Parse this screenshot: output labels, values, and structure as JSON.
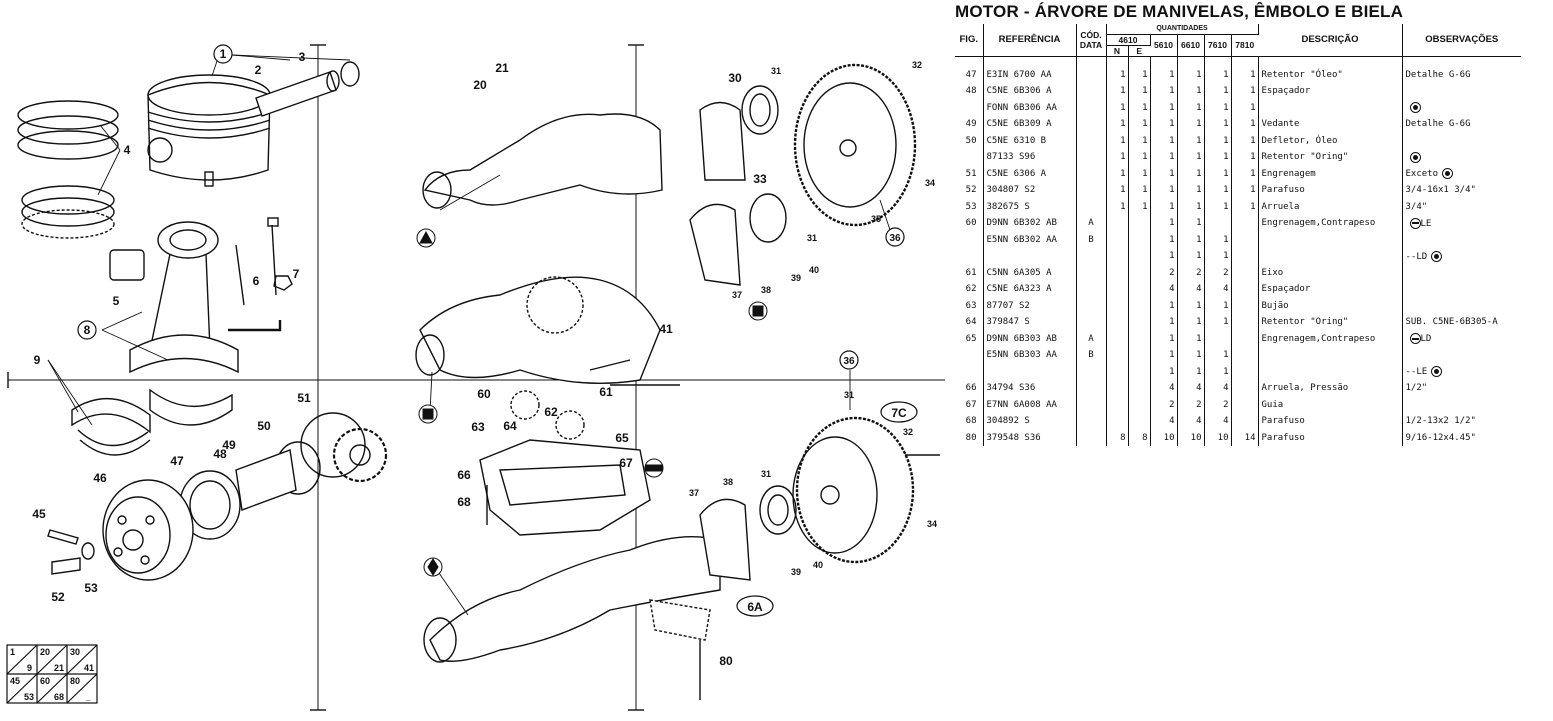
{
  "header": {
    "title": "MOTOR - ÁRVORE DE MANIVELAS, ÊMBOLO E BIELA"
  },
  "table": {
    "headers": {
      "fig": "FIG.",
      "ref": "REFERÊNCIA",
      "cod": "CÓD. DATA",
      "qty": "QUANTIDADES",
      "m4610": "4610",
      "n": "N",
      "e": "E",
      "m5610": "5610",
      "m6610": "6610",
      "m7610": "7610",
      "m7810": "7810",
      "desc": "DESCRIÇÃO",
      "obs": "OBSERVAÇÕES"
    },
    "rows": [
      {
        "fig": "47",
        "ref": "E3IN 6700 AA",
        "cod": "",
        "n": "1",
        "e": "1",
        "q5610": "1",
        "q6610": "1",
        "q7610": "1",
        "q7810": "1",
        "desc": "Retentor \"Óleo\"",
        "obs": "Detalhe  G-6G"
      },
      {
        "fig": "48",
        "ref": "C5NE 6B306 A",
        "cod": "",
        "n": "1",
        "e": "1",
        "q5610": "1",
        "q6610": "1",
        "q7610": "1",
        "q7810": "1",
        "desc": "Espaçador",
        "obs": ""
      },
      {
        "fig": "",
        "ref": "FONN 6B306 AA",
        "cod": "",
        "n": "1",
        "e": "1",
        "q5610": "1",
        "q6610": "1",
        "q7610": "1",
        "q7810": "1",
        "desc": "",
        "obs": "",
        "sym": "dot"
      },
      {
        "fig": "49",
        "ref": "C5NE 6B309 A",
        "cod": "",
        "n": "1",
        "e": "1",
        "q5610": "1",
        "q6610": "1",
        "q7610": "1",
        "q7810": "1",
        "desc": "Vedante",
        "obs": "Detalhe  G-6G"
      },
      {
        "fig": "50",
        "ref": "C5NE 6310 B",
        "cod": "",
        "n": "1",
        "e": "1",
        "q5610": "1",
        "q6610": "1",
        "q7610": "1",
        "q7810": "1",
        "desc": "Defletor, Óleo",
        "obs": ""
      },
      {
        "fig": "",
        "ref": "87133 S96",
        "cod": "",
        "n": "1",
        "e": "1",
        "q5610": "1",
        "q6610": "1",
        "q7610": "1",
        "q7810": "1",
        "desc": "Retentor \"Oring\"",
        "obs": "",
        "sym": "dot"
      },
      {
        "fig": "51",
        "ref": "C5NE 6306 A",
        "cod": "",
        "n": "1",
        "e": "1",
        "q5610": "1",
        "q6610": "1",
        "q7610": "1",
        "q7810": "1",
        "desc": "Engrenagem",
        "obs": "Exceto",
        "sym": "dot"
      },
      {
        "fig": "52",
        "ref": "304807 S2",
        "cod": "",
        "n": "1",
        "e": "1",
        "q5610": "1",
        "q6610": "1",
        "q7610": "1",
        "q7810": "1",
        "desc": "Parafuso",
        "obs": "3/4-16x1 3/4\""
      },
      {
        "fig": "53",
        "ref": "382675 S",
        "cod": "",
        "n": "1",
        "e": "1",
        "q5610": "1",
        "q6610": "1",
        "q7610": "1",
        "q7810": "1",
        "desc": "Arruela",
        "obs": "3/4\""
      },
      {
        "fig": "60",
        "ref": "D9NN 6B302 AB",
        "cod": "A",
        "n": "",
        "e": "",
        "q5610": "1",
        "q6610": "1",
        "q7610": "",
        "q7810": "",
        "desc": "Engrenagem,Contrapeso",
        "obs": "LE",
        "sym": "minus"
      },
      {
        "fig": "",
        "ref": "E5NN 6B302 AA",
        "cod": "B",
        "n": "",
        "e": "",
        "q5610": "1",
        "q6610": "1",
        "q7610": "1",
        "q7810": "",
        "desc": "",
        "obs": ""
      },
      {
        "fig": "",
        "ref": "",
        "cod": "",
        "n": "",
        "e": "",
        "q5610": "1",
        "q6610": "1",
        "q7610": "1",
        "q7810": "",
        "desc": "",
        "obs": "--LD",
        "sym": "dot"
      },
      {
        "fig": "61",
        "ref": "C5NN 6A305 A",
        "cod": "",
        "n": "",
        "e": "",
        "q5610": "2",
        "q6610": "2",
        "q7610": "2",
        "q7810": "",
        "desc": "Eixo",
        "obs": ""
      },
      {
        "fig": "62",
        "ref": "C5NE 6A323 A",
        "cod": "",
        "n": "",
        "e": "",
        "q5610": "4",
        "q6610": "4",
        "q7610": "4",
        "q7810": "",
        "desc": "Espaçador",
        "obs": ""
      },
      {
        "fig": "63",
        "ref": "87707 S2",
        "cod": "",
        "n": "",
        "e": "",
        "q5610": "1",
        "q6610": "1",
        "q7610": "1",
        "q7810": "",
        "desc": "Bujão",
        "obs": ""
      },
      {
        "fig": "64",
        "ref": "379847 S",
        "cod": "",
        "n": "",
        "e": "",
        "q5610": "1",
        "q6610": "1",
        "q7610": "1",
        "q7810": "",
        "desc": "Retentor \"Oring\"",
        "obs": "SUB. C5NE-6B305-A"
      },
      {
        "fig": "65",
        "ref": "D9NN 6B303 AB",
        "cod": "A",
        "n": "",
        "e": "",
        "q5610": "1",
        "q6610": "1",
        "q7610": "",
        "q7810": "",
        "desc": "Engrenagem,Contrapeso",
        "obs": "LD",
        "sym": "minus"
      },
      {
        "fig": "",
        "ref": "E5NN 6B303 AA",
        "cod": "B",
        "n": "",
        "e": "",
        "q5610": "1",
        "q6610": "1",
        "q7610": "1",
        "q7810": "",
        "desc": "",
        "obs": ""
      },
      {
        "fig": "",
        "ref": "",
        "cod": "",
        "n": "",
        "e": "",
        "q5610": "1",
        "q6610": "1",
        "q7610": "1",
        "q7810": "",
        "desc": "",
        "obs": "--LE",
        "sym": "dot"
      },
      {
        "fig": "66",
        "ref": "34794 S36",
        "cod": "",
        "n": "",
        "e": "",
        "q5610": "4",
        "q6610": "4",
        "q7610": "4",
        "q7810": "",
        "desc": "Arruela, Pressão",
        "obs": "1/2\""
      },
      {
        "fig": "67",
        "ref": "E7NN 6A008 AA",
        "cod": "",
        "n": "",
        "e": "",
        "q5610": "2",
        "q6610": "2",
        "q7610": "2",
        "q7810": "",
        "desc": "Guia",
        "obs": ""
      },
      {
        "fig": "68",
        "ref": "304892 S",
        "cod": "",
        "n": "",
        "e": "",
        "q5610": "4",
        "q6610": "4",
        "q7610": "4",
        "q7810": "",
        "desc": "Parafuso",
        "obs": "1/2-13x2 1/2\""
      },
      {
        "fig": "80",
        "ref": "379548 S36",
        "cod": "",
        "n": "8",
        "e": "8",
        "q5610": "10",
        "q6610": "10",
        "q7610": "10",
        "q7810": "14",
        "desc": "Parafuso",
        "obs": "9/16-12x4.45\""
      }
    ]
  },
  "diagram": {
    "callouts": [
      "1",
      "2",
      "3",
      "4",
      "5",
      "6",
      "7",
      "8",
      "9",
      "20",
      "21",
      "30",
      "31",
      "32",
      "33",
      "34",
      "35",
      "36",
      "37",
      "38",
      "39",
      "40",
      "41",
      "45",
      "46",
      "47",
      "48",
      "49",
      "50",
      "51",
      "52",
      "53",
      "60",
      "61",
      "62",
      "63",
      "64",
      "65",
      "66",
      "67",
      "68",
      "80"
    ],
    "circled": [
      "7C",
      "6A",
      "36"
    ],
    "index_grid": [
      {
        "a": "1",
        "b": "9"
      },
      {
        "a": "20",
        "b": "21"
      },
      {
        "a": "30",
        "b": "41"
      },
      {
        "a": "45",
        "b": "53"
      },
      {
        "a": "60",
        "b": "68"
      },
      {
        "a": "80",
        "b": "_"
      }
    ]
  }
}
